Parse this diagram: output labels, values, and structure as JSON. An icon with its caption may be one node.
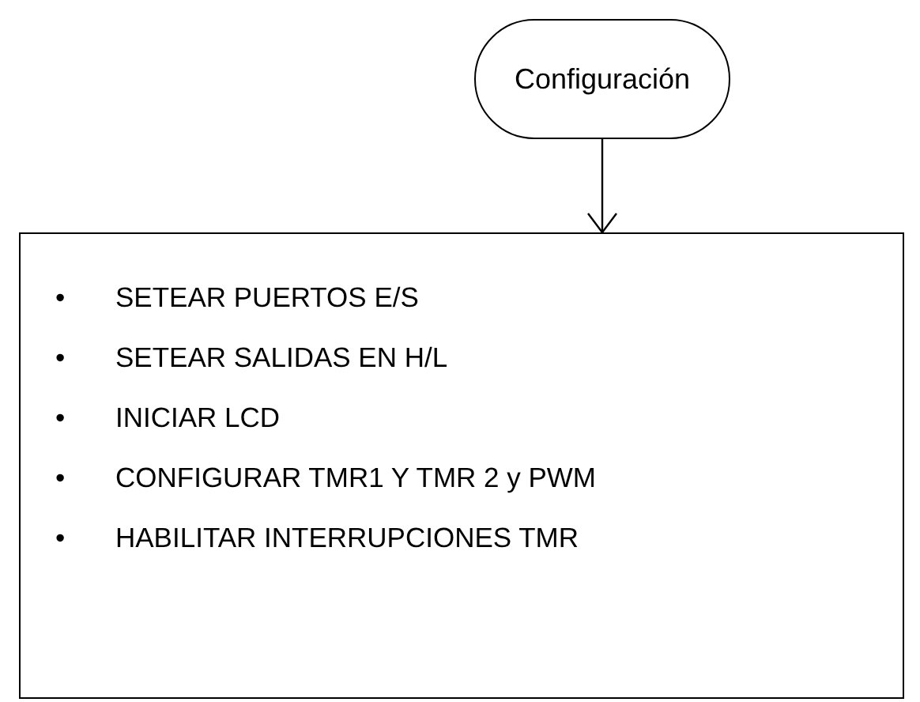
{
  "diagram": {
    "nodes": [
      {
        "text": [
          "Configuración"
        ]
      },
      {
        "text": [
          "•\tSETEAR PUERTOS E/S",
          "•\tSETEAR SALIDAS EN H/L",
          "•\tINICIAR LCD",
          "•\tCONFIGURAR TMR1 Y TMR 2 y PWM",
          "•\tHABILITAR INTERRUPCIONES TMR"
        ]
      }
    ],
    "edges": [
      {
        "from": 0,
        "to": 1,
        "arrow": "to"
      }
    ]
  }
}
